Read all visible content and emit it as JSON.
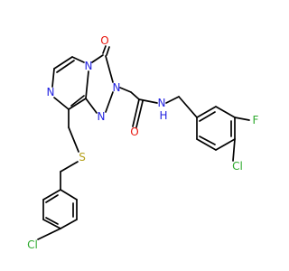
{
  "colors": {
    "background": "#ffffff",
    "bond": "#000000",
    "nitrogen": "#1f1fe0",
    "oxygen": "#e8170f",
    "sulfur": "#b5a01a",
    "chlorine": "#2eaa2e",
    "fluorine": "#2eaa2e"
  },
  "atom_labels": {
    "oxo_o": "O",
    "amide_o": "O",
    "n_bridge": "N",
    "n_pyrazine": "N",
    "n_triazole_2": "N",
    "n_triazole_1": "N",
    "amide_n": "N",
    "amide_h": "H",
    "thioether_s": "S",
    "cl_top": "Cl",
    "cl_bottom": "Cl",
    "f": "F"
  }
}
